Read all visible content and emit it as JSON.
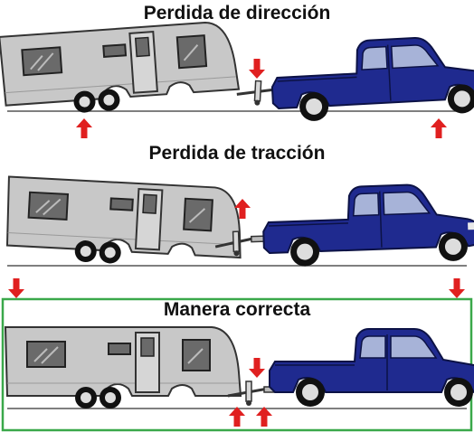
{
  "panels": [
    {
      "id": "steering",
      "title": "Perdida de dirección"
    },
    {
      "id": "traction",
      "title": "Perdida de tracción"
    },
    {
      "id": "correct",
      "title": "Manera correcta"
    }
  ],
  "colors": {
    "trailer_body": "#c4c4c4",
    "trailer_outline": "#333333",
    "truck_blue": "#1f2a8f",
    "truck_dark": "#141c63",
    "arrow_red": "#e02020",
    "highlight_green": "#3aa84a",
    "ground": "#555555"
  },
  "icons": [
    "down-arrow-icon",
    "up-arrow-icon"
  ]
}
